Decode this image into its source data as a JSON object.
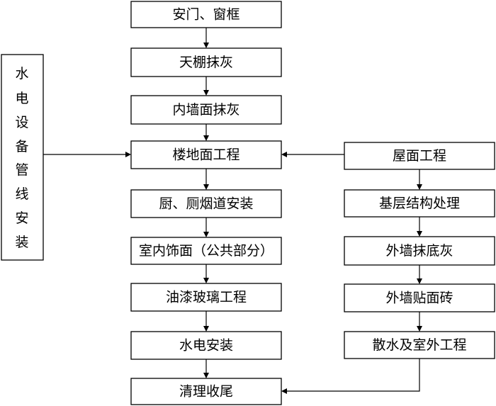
{
  "flowchart": {
    "main_steps": [
      "安门、窗框",
      "天棚抹灰",
      "内墙面抹灰",
      "楼地面工程",
      "厨、厕烟道安装",
      "室内饰面（公共部分）",
      "油漆玻璃工程",
      "水电安装",
      "清理收尾"
    ],
    "right_steps": [
      "屋面工程",
      "基层结构处理",
      "外墙抹底灰",
      "外墙贴面砖",
      "散水及室外工程"
    ],
    "side_task_chars": [
      "水",
      "电",
      "设",
      "备",
      "管",
      "线",
      "安",
      "装"
    ],
    "colors": {
      "line": "#000000",
      "box_fill": "#ffffff",
      "text": "#000000"
    }
  }
}
